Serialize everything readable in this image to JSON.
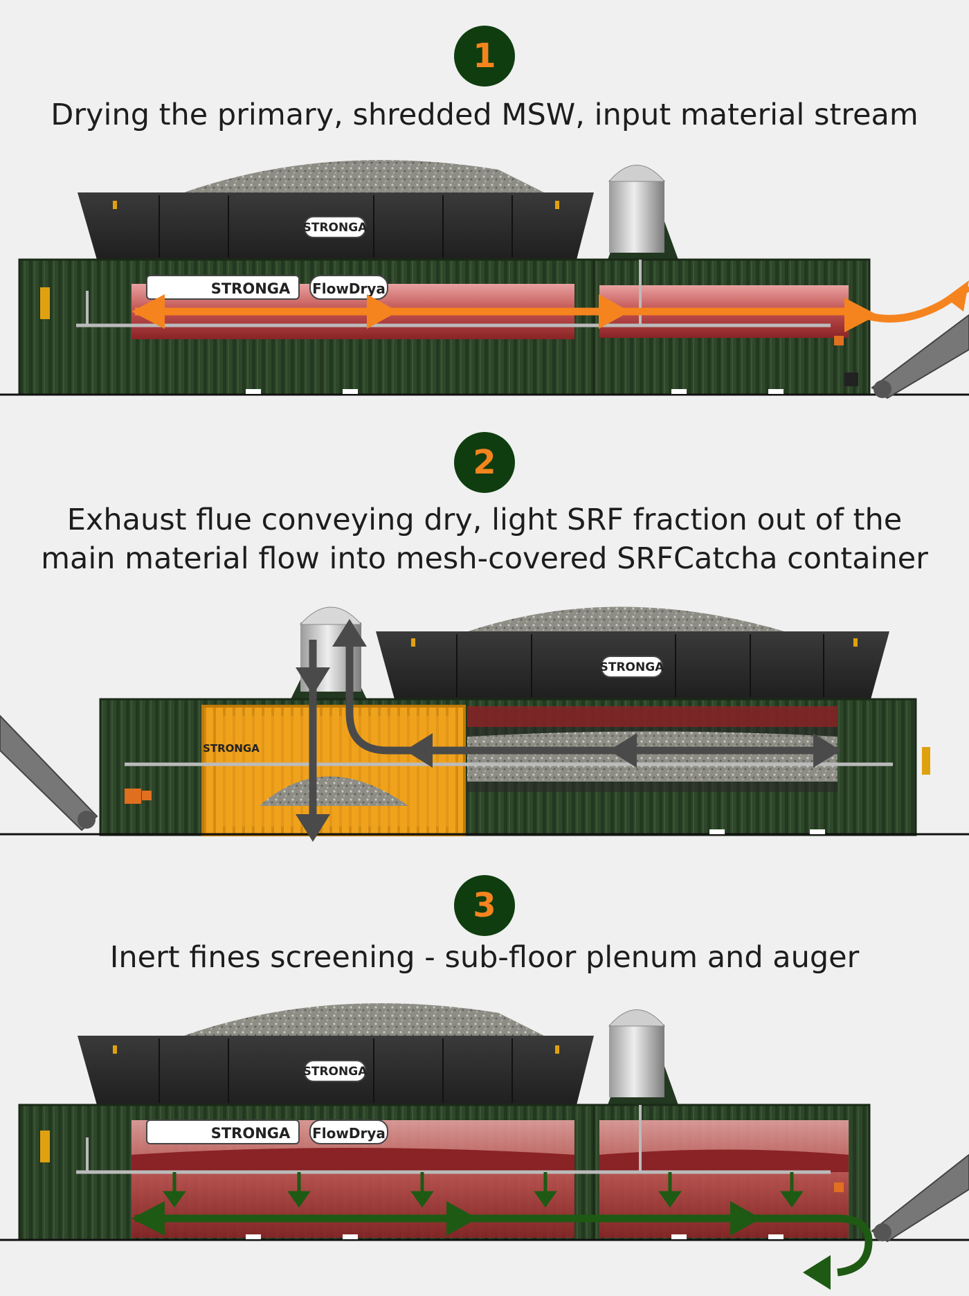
{
  "panels": [
    {
      "number": "1",
      "caption": "Drying the primary, shredded MSW, input material stream"
    },
    {
      "number": "2",
      "caption": "Exhaust flue conveying dry, light SRF fraction out of the main material flow into mesh-covered SRFCatcha container"
    },
    {
      "number": "3",
      "caption": "Inert fines screening - sub-floor plenum and auger"
    }
  ],
  "labels": {
    "brand": "STRONGA",
    "product": "FlowDrya"
  },
  "colors": {
    "container": "#2f4a2a",
    "hopper": "#2a2a2a",
    "orange_flow": "#f5841f",
    "grey_flow": "#4a4a4a",
    "green_flow": "#1e5a14",
    "srfcatcha": "#f0a21e",
    "material": "#9c2a2e"
  }
}
